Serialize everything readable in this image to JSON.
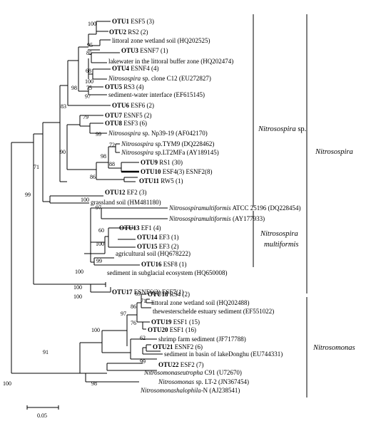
{
  "tips": {
    "otu1": {
      "bold": "OTU1",
      "rest": " ESF5 (3)"
    },
    "otu2": {
      "bold": "OTU2",
      "rest": " RS2 (2)"
    },
    "hq202525": {
      "rest": "littoral zone wetland soil (HQ202525)"
    },
    "otu3": {
      "bold": "OTU3",
      "rest": " ESNF7 (1)"
    },
    "hq202474": {
      "rest": "lakewater in the littoral buffer zone (HQ202474)"
    },
    "otu4": {
      "bold": "OTU4",
      "rest": " ESNF4 (4)"
    },
    "eu272827": {
      "ital": "Nitrosospira",
      "rest": " sp. clone C12 (EU272827)"
    },
    "otu5": {
      "bold": "OTU5",
      "rest": " RS3 (4)"
    },
    "ef615145": {
      "rest": "sediment-water interface (EF615145)"
    },
    "otu6": {
      "bold": "OTU6",
      "rest": " ESF6 (2)"
    },
    "otu7": {
      "bold": "OTU7",
      "rest": " ESNF5 (2)"
    },
    "otu8": {
      "bold": "OTU8",
      "rest": " ESF3 (6)"
    },
    "af042170": {
      "ital": "Nitrosospira",
      "rest": " sp. Np39-19 (AF042170)"
    },
    "dq228462": {
      "ital": "Nitrosospira",
      "rest": " sp.TYM9 (DQ228462)"
    },
    "ay189145": {
      "ital": "Nitrosospira",
      "rest": " sp.LT2MFa (AY189145)"
    },
    "otu9": {
      "bold": "OTU9",
      "rest": " RS1 (30)"
    },
    "otu10": {
      "bold": "OTU10",
      "rest": " ESF4(3) ESNF2(8)"
    },
    "otu11": {
      "bold": "OTU11",
      "rest": " RW5 (1)"
    },
    "otu12": {
      "bold": "OTU12",
      "rest": " EF2 (3)"
    },
    "hm481180": {
      "rest": "grassland soil (HM481180)"
    },
    "dq228454": {
      "ital": "Nitrosospiramultiformis",
      "rest": " ATCC 25196 (DQ228454)"
    },
    "ay177933": {
      "ital": "Nitrosospiramultiformis",
      "rest": " (AY177933)"
    },
    "otu13": {
      "bold": "OTU13",
      "rest": " EF1 (4)"
    },
    "otu14": {
      "bold": "OTU14",
      "rest": " EF3 (1)"
    },
    "otu15": {
      "bold": "OTU15",
      "rest": " EF3 (2)"
    },
    "hq678222": {
      "rest": "agricultural soil (HQ678222)"
    },
    "otu16": {
      "bold": "OTU16",
      "rest": " ESF8 (1)"
    },
    "hq650008": {
      "rest": "sediment in subglacial ecosystem (HQ650008)"
    },
    "otu17": {
      "bold": "OTU17",
      "rest": " ESNF6(2) ESF7(1)"
    },
    "otu18": {
      "bold": "OTU18",
      "rest": " RS4 (2)"
    },
    "hq202488": {
      "rest": "littoral zone wetland soil (HQ202488)"
    },
    "ef551022": {
      "rest": "thewesterschelde estuary sediment (EF551022)"
    },
    "otu19": {
      "bold": "OTU19",
      "rest": " ESF1 (15)"
    },
    "otu20": {
      "bold": "OTU20",
      "rest": " ESF1 (16)"
    },
    "jf717788": {
      "rest": "shrimp farm sediment (JF717788)"
    },
    "otu21": {
      "bold": "OTU21",
      "rest": " ESNF2 (6)"
    },
    "eu744331": {
      "rest": "sediment in basin of lakeDonghu (EU744331)"
    },
    "otu22": {
      "bold": "OTU22",
      "rest": " ESF2 (7)"
    },
    "u72670": {
      "ital": "Nitrosomonaseutropha",
      "rest": " C91 (U72670)"
    },
    "jn367454": {
      "ital": "Nitrosomonas",
      "rest": " sp. LT-2 (JN367454)"
    },
    "aj238541": {
      "ital": "Nitrosomonashalophila",
      "rest": "-N (AJ238541)"
    }
  },
  "bootstrap": {
    "b100a": "100",
    "b95": "95",
    "b85": "85",
    "b68": "68",
    "b100b": "100",
    "b98a": "98",
    "b75": "75",
    "b97a": "97",
    "b83": "83",
    "b79": "79",
    "b99a": "99",
    "b72": "72",
    "b88": "88",
    "b98b": "98",
    "b90": "90",
    "b86a": "86",
    "b71a": "71",
    "b100c": "100",
    "b97b": "97",
    "b99b": "99",
    "b60": "60",
    "b100d": "100",
    "b99c": "99",
    "b100e": "100",
    "b100f": "100",
    "b69": "69",
    "b71b": "71",
    "b86b": "86",
    "b97c": "97",
    "b76": "76",
    "b62": "62",
    "b99d": "99",
    "b100g": "100",
    "b91": "91",
    "b98c": "98",
    "b100h": "100"
  },
  "groups": {
    "nitrosospira_sp": {
      "ital": "Nitrosospira",
      "rest": " sp."
    },
    "nitrosospira_multiformis_1": "Nitrosospira",
    "nitrosospira_multiformis_2": "multiformis",
    "nitrosospira": "Nitrosospira",
    "nitrosomonas": "Nitrosomonas"
  },
  "scale": {
    "label": "0.05"
  }
}
